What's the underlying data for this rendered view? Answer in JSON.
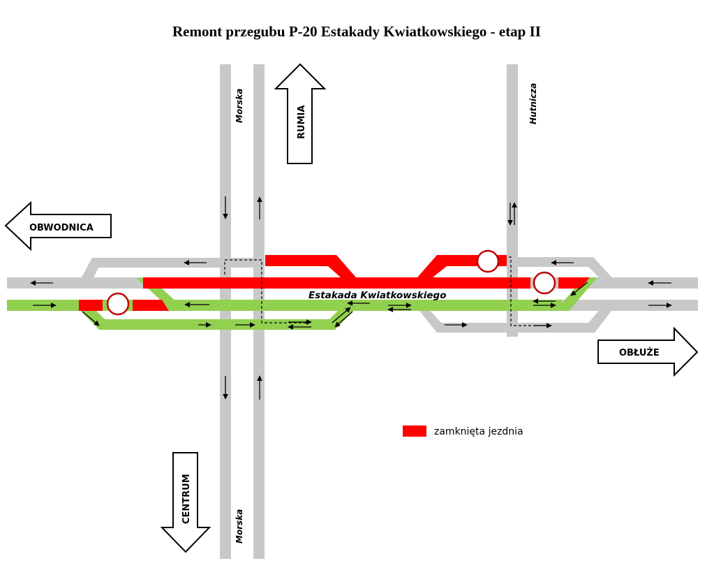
{
  "title": "Remont przegubu P-20 Estakady Kwiatkowskiego - etap II",
  "streets": {
    "morska_top": "Morska",
    "morska_bottom": "Morska",
    "hutnicza": "Hutnicza",
    "estakada": "Estakada Kwiatkowskiego"
  },
  "directions": {
    "rumia": "RUMIA",
    "obwodnica": "OBWODNICA",
    "obluze": "OBŁUŻE",
    "centrum": "CENTRUM"
  },
  "legend": {
    "closed_road_label": "zamknięta jezdnia"
  },
  "colors": {
    "road": "#c8c8c8",
    "detour": "#92d050",
    "closed": "#ff0000",
    "no_entry_sign": "#c00000"
  }
}
